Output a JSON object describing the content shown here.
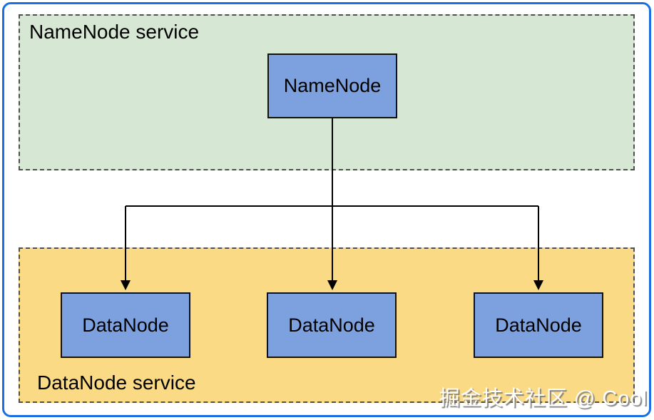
{
  "zones": [
    {
      "label": "NameNode service",
      "fill": "#D6E8D3",
      "border_color": "#4F4F4F"
    },
    {
      "label": "DataNode service",
      "fill": "#FBDA85",
      "border_color": "#4F4F4F"
    }
  ],
  "nodes": {
    "namenode": {
      "label": "NameNode",
      "fill": "#7DA1DE",
      "border_color": "#111111"
    },
    "datanodes": [
      {
        "label": "DataNode",
        "fill": "#7DA1DE",
        "border_color": "#111111"
      },
      {
        "label": "DataNode",
        "fill": "#7DA1DE",
        "border_color": "#111111"
      },
      {
        "label": "DataNode",
        "fill": "#7DA1DE",
        "border_color": "#111111"
      }
    ]
  },
  "colors": {
    "frame": "#1C6FE0",
    "connector": "#000000",
    "background": "#FFFFFF"
  },
  "watermark": "掘金技术社区 @ Cool"
}
